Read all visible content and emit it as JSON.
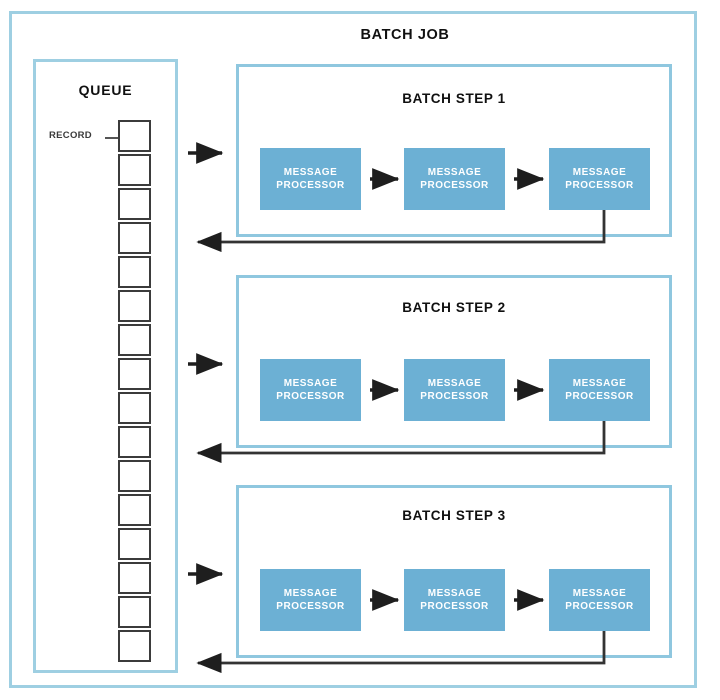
{
  "diagram": {
    "title": "BATCH JOB",
    "type": "flow-diagram",
    "colors": {
      "outer_border": "#9ECFE2",
      "panel_border": "#8FC7DF",
      "processor_fill": "#6CB0D4",
      "processor_text": "#FFFFFF",
      "record_border": "#3B3B3B",
      "arrow": "#1E1E1E",
      "background": "#FFFFFF"
    }
  },
  "queue": {
    "title": "QUEUE",
    "record_label": "RECORD",
    "record_count": 16,
    "records": [
      {
        "index": 1
      },
      {
        "index": 2
      },
      {
        "index": 3
      },
      {
        "index": 4
      },
      {
        "index": 5
      },
      {
        "index": 6
      },
      {
        "index": 7
      },
      {
        "index": 8
      },
      {
        "index": 9
      },
      {
        "index": 10
      },
      {
        "index": 11
      },
      {
        "index": 12
      },
      {
        "index": 13
      },
      {
        "index": 14
      },
      {
        "index": 15
      },
      {
        "index": 16
      }
    ]
  },
  "steps": [
    {
      "id": "batch-step-1",
      "title": "BATCH STEP 1",
      "processors": [
        {
          "line1": "MESSAGE",
          "line2": "PROCESSOR"
        },
        {
          "line1": "MESSAGE",
          "line2": "PROCESSOR"
        },
        {
          "line1": "MESSAGE",
          "line2": "PROCESSOR"
        }
      ]
    },
    {
      "id": "batch-step-2",
      "title": "BATCH STEP 2",
      "processors": [
        {
          "line1": "MESSAGE",
          "line2": "PROCESSOR"
        },
        {
          "line1": "MESSAGE",
          "line2": "PROCESSOR"
        },
        {
          "line1": "MESSAGE",
          "line2": "PROCESSOR"
        }
      ]
    },
    {
      "id": "batch-step-3",
      "title": "BATCH STEP 3",
      "processors": [
        {
          "line1": "MESSAGE",
          "line2": "PROCESSOR"
        },
        {
          "line1": "MESSAGE",
          "line2": "PROCESSOR"
        },
        {
          "line1": "MESSAGE",
          "line2": "PROCESSOR"
        }
      ]
    }
  ],
  "connections": {
    "inbound_arrows": 3,
    "return_arrows": 3,
    "inter_processor_arrows_per_step": 2,
    "direction_in": "queue-to-step",
    "direction_out": "step-to-queue"
  }
}
